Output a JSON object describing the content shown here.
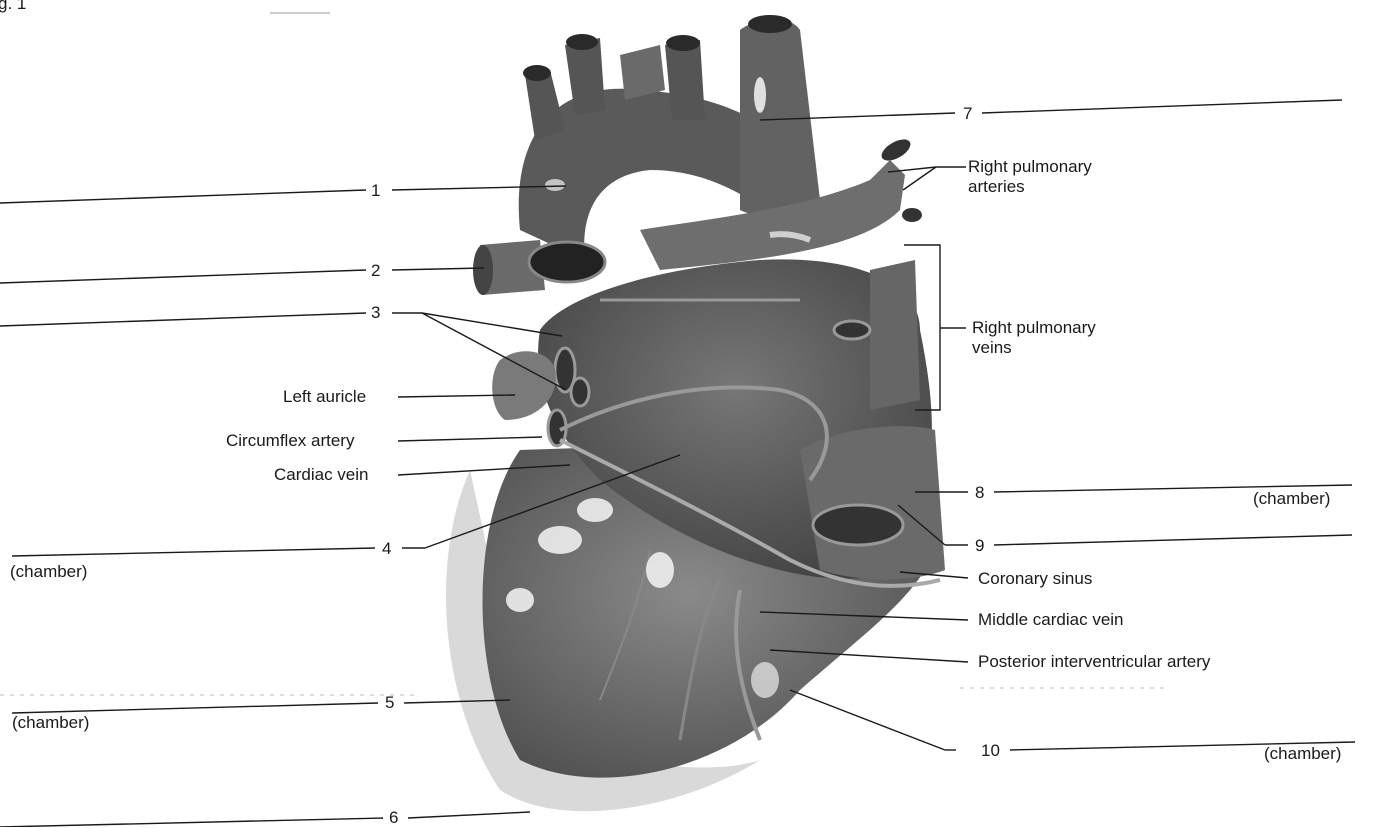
{
  "header_fragment": "g. 1",
  "numbers": {
    "n1": "1",
    "n2": "2",
    "n3": "3",
    "n4": "4",
    "n5": "5",
    "n6": "6",
    "n7": "7",
    "n8": "8",
    "n9": "9",
    "n10": "10"
  },
  "labels": {
    "right_pulmonary_arteries": "Right pulmonary\narteries",
    "right_pulmonary_veins": "Right pulmonary\nveins",
    "left_auricle": "Left auricle",
    "circumflex_artery": "Circumflex artery",
    "cardiac_vein": "Cardiac vein",
    "coronary_sinus": "Coronary sinus",
    "middle_cardiac_vein": "Middle cardiac vein",
    "posterior_interventricular_artery": "Posterior interventricular artery",
    "chamber_left_4": "(chamber)",
    "chamber_left_5": "(chamber)",
    "chamber_right_8": "(chamber)",
    "chamber_right_10": "(chamber)"
  }
}
